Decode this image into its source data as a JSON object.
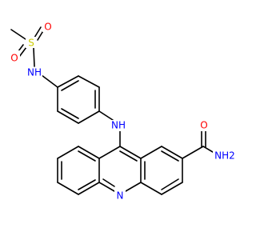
{
  "diagram": {
    "type": "chemical-structure",
    "colors": {
      "carbon_bond": "#000000",
      "nitrogen": "#0000ff",
      "oxygen": "#ff0000",
      "sulfur": "#cccc00"
    },
    "atom_labels": {
      "sulfonyl_o1": "O",
      "sulfonyl_s": "S",
      "sulfonyl_o2": "O",
      "sulfonamide_nh": "NH",
      "amine_nh": "NH",
      "amide_o": "O",
      "amide_nh2": "NH2",
      "ring_n": "N"
    }
  }
}
